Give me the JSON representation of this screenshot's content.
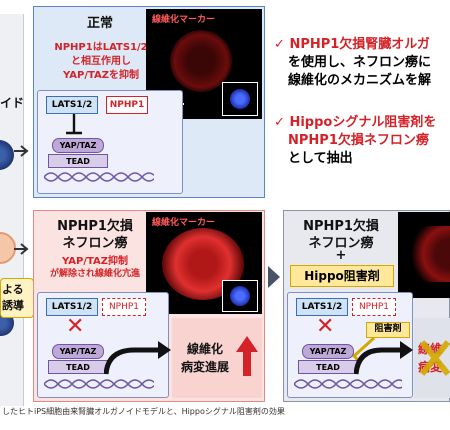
{
  "left_strip": {
    "text_top": "イド",
    "text_bottom_1": "よる",
    "text_bottom_2": "誘導"
  },
  "panel_normal": {
    "title": "正常",
    "micro_label": "線維化マーカー",
    "desc_line1": "NPHP1はLATS1/2",
    "desc_line2": "と相互作用し",
    "desc_line3": "YAP/TAZを抑制",
    "lats": "LATS1/2",
    "nphp1": "NPHP1",
    "yap": "YAP/TAZ",
    "tead": "TEAD"
  },
  "panel_disease": {
    "title_line1": "NPHP1欠損",
    "title_line2": "ネフロン癆",
    "micro_label": "線維化マーカー",
    "desc_line1": "YAP/TAZ抑制",
    "desc_line2": "が解除され線維化亢進",
    "lats": "LATS1/2",
    "nphp1": "NPHP1",
    "yap": "YAP/TAZ",
    "tead": "TEAD",
    "cross": "✕",
    "result_line1": "線維化",
    "result_line2": "病変進展"
  },
  "panel_treatment": {
    "title_line1": "NPHP1欠損",
    "title_line2": "ネフロン癆",
    "plus": "+",
    "drug": "Hippo阻害剤",
    "lats": "LATS1/2",
    "nphp1": "NPHP1",
    "yap": "YAP/TAZ",
    "tead": "TEAD",
    "cross": "✕",
    "inhibitor_label": "阻害剤",
    "result_line1": "線維",
    "result_line2": "病変"
  },
  "bullets": [
    {
      "check": "✓",
      "line1": "NPHP1欠損腎臓オルガ",
      "line2": "を使用し、ネフロン癆に",
      "line3": "線維化のメカニズムを解"
    },
    {
      "check": "✓",
      "line1": "Hippoシグナル阻害剤を",
      "line2": "NPHP1欠損ネフロン癆",
      "line3": "として抽出"
    }
  ],
  "caption": "したヒトiPS細胞由来腎臓オルガノイドモデルと、Hippoシグナル阻害剤の効果",
  "colors": {
    "accent_red": "#d42328",
    "blue_panel": "#dde9f6",
    "pink_panel": "#fbe3e1",
    "gray_panel": "#e7e9ef"
  }
}
